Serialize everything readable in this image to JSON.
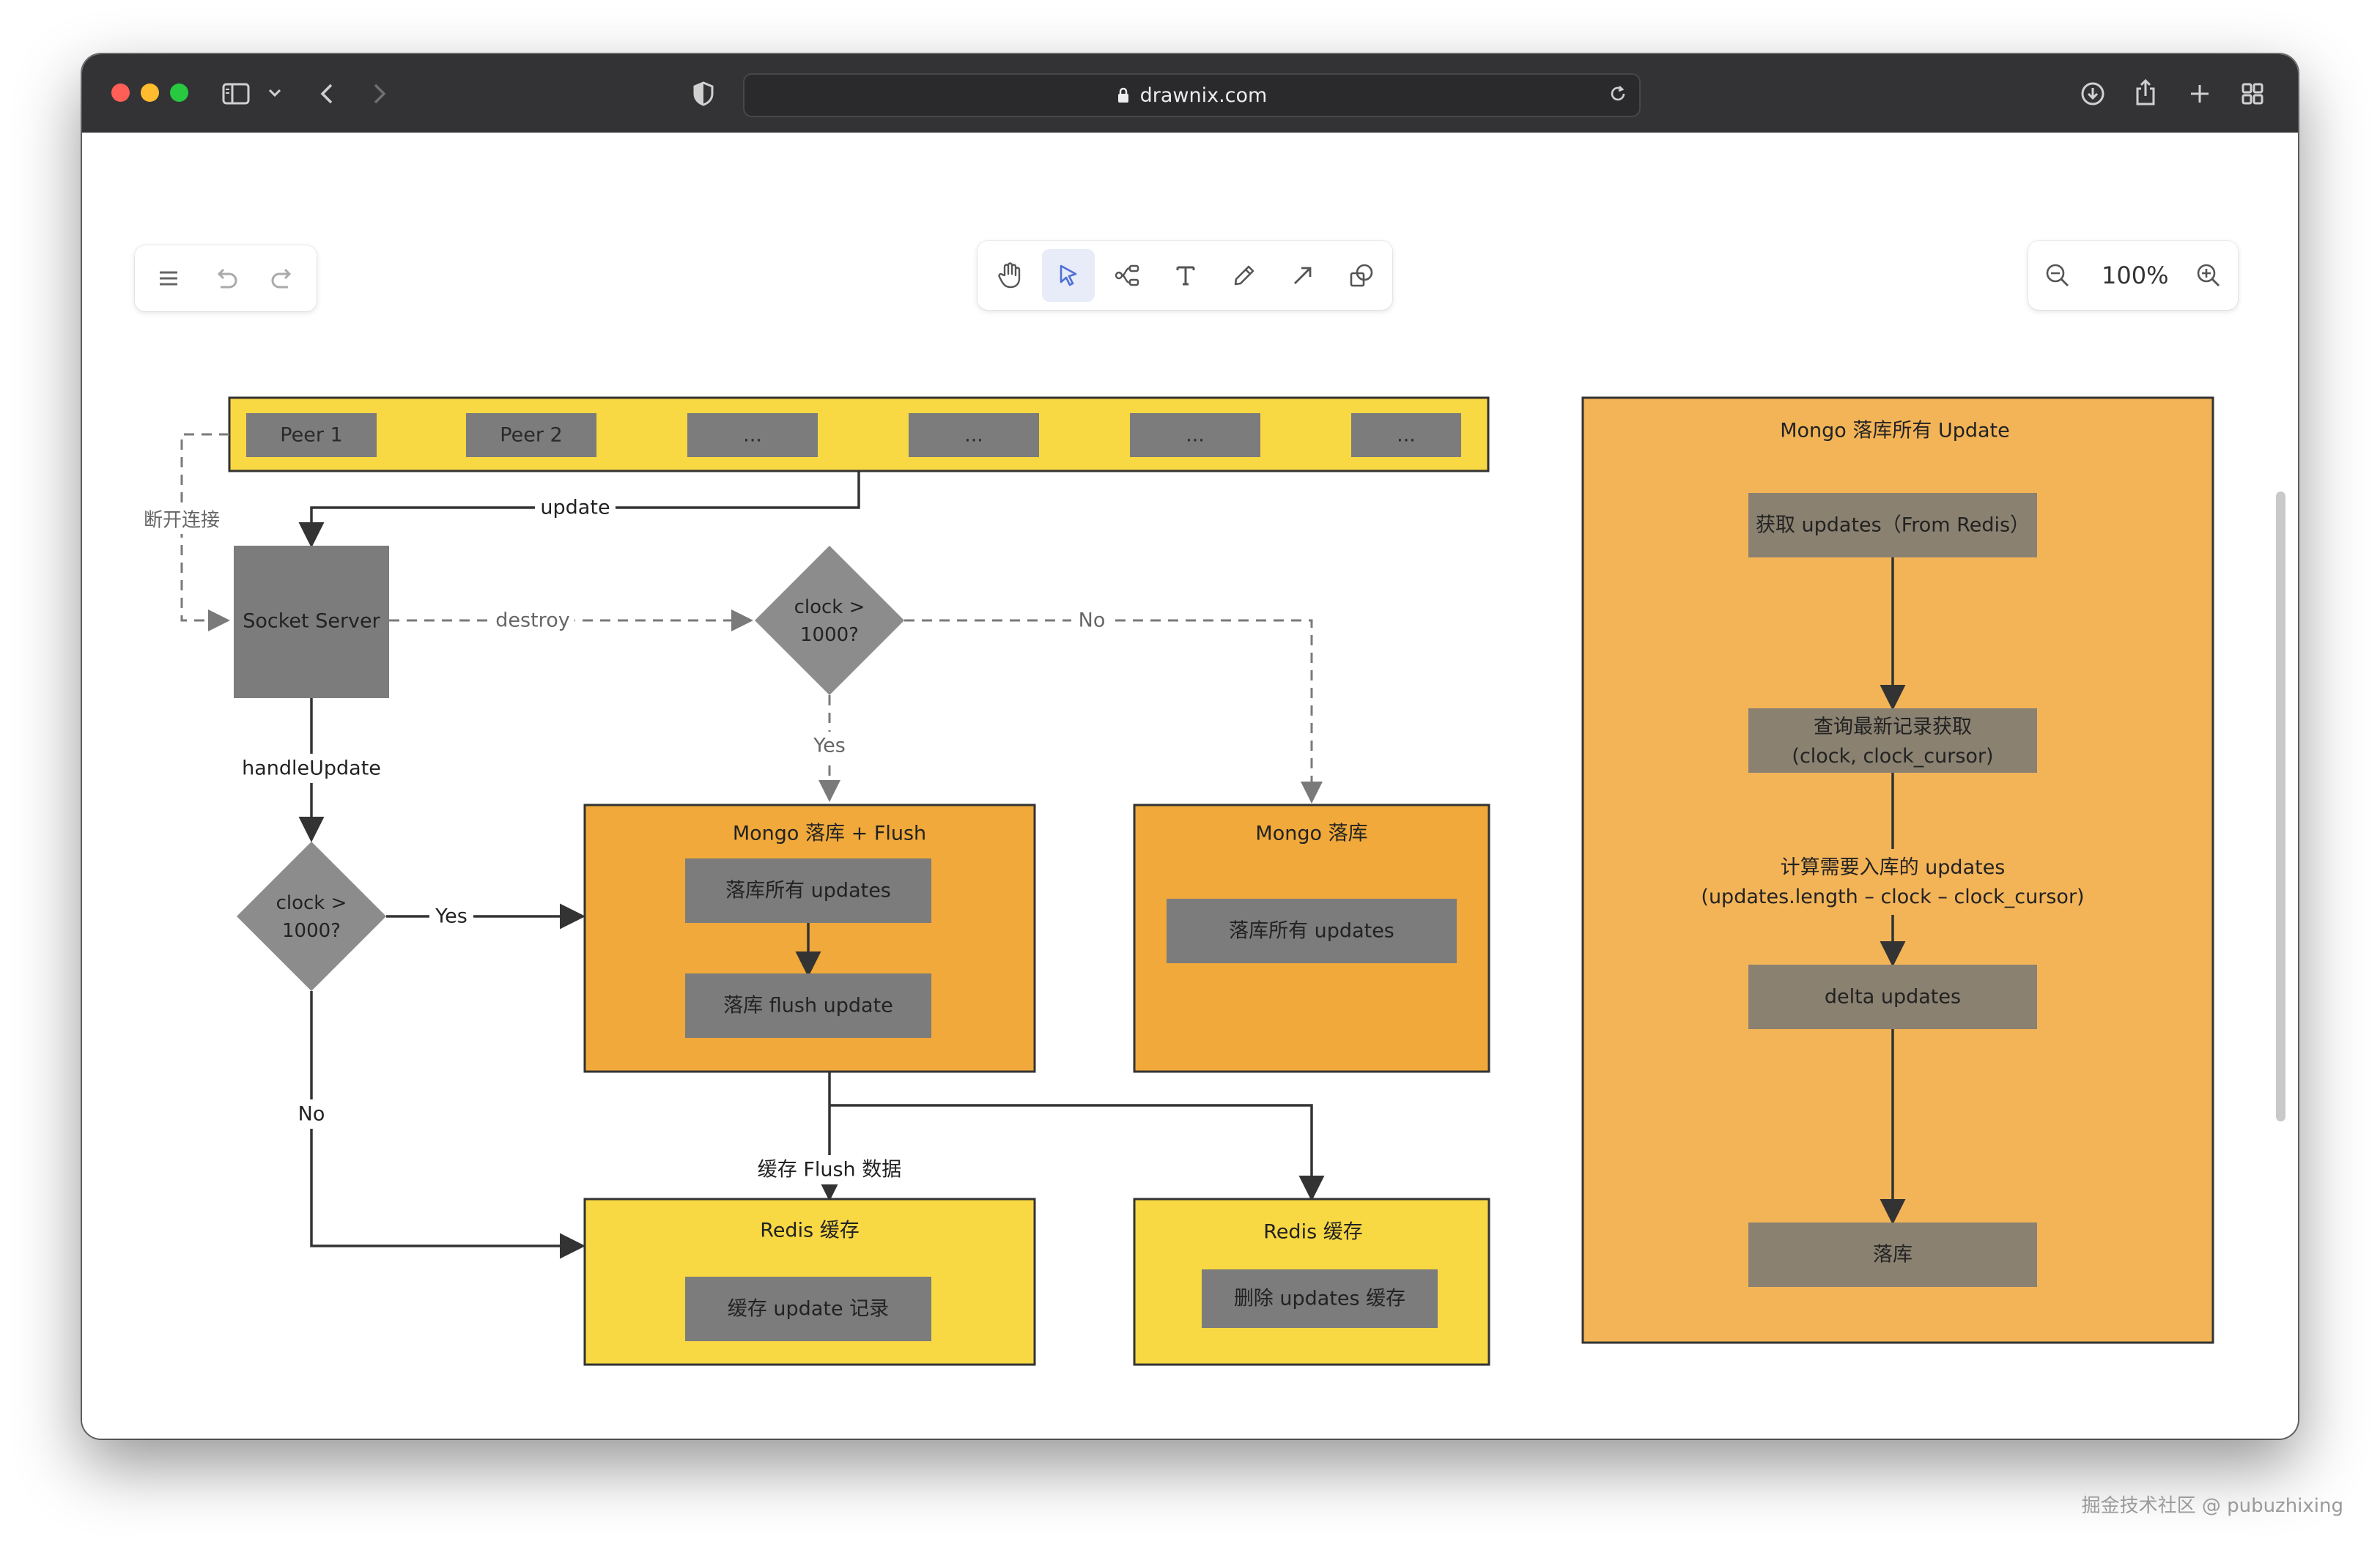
{
  "browser": {
    "url": "drawnix.com",
    "traffic_lights": [
      "#ff5f57",
      "#febc2e",
      "#28c840"
    ],
    "icons": [
      "sidebar-icon",
      "chevron-down-icon",
      "back-icon",
      "forward-icon",
      "shield-icon",
      "lock-icon",
      "reload-icon",
      "download-icon",
      "share-icon",
      "new-tab-icon",
      "tab-overview-icon"
    ]
  },
  "app_toolbar": {
    "left": [
      "menu-icon",
      "undo-icon",
      "redo-icon"
    ],
    "tools": [
      "hand-tool-icon",
      "select-tool-icon",
      "mind-map-tool-icon",
      "text-tool-icon",
      "pen-tool-icon",
      "arrow-tool-icon",
      "shape-tool-icon"
    ],
    "active_tool": "select-tool-icon",
    "zoom": "100%"
  },
  "colors": {
    "yellow": "#f8d843",
    "orange": "#f0a93a",
    "light_orange": "#f3b458",
    "gray_box": "#7c7c7c",
    "taupe_box": "#8a8171",
    "diamond": "#8c8c8c",
    "line": "#333333",
    "dashed": "#7a7a7a"
  },
  "diagram": {
    "peers": [
      "Peer 1",
      "Peer 2",
      "...",
      "...",
      "...",
      "..."
    ],
    "edge_update": "update",
    "edge_disconnect": "断开连接",
    "socket_server": "Socket Server",
    "edge_destroy": "destroy",
    "diamond_top": "clock >\n1000?",
    "edge_no_top": "No",
    "edge_yes_top": "Yes",
    "edge_handle_update": "handleUpdate",
    "diamond_left": "clock >\n1000?",
    "edge_yes_left": "Yes",
    "edge_no_left": "No",
    "mongo_flush": {
      "title": "Mongo 落库 + Flush",
      "item1": "落库所有 updates",
      "item2": "落库 flush update"
    },
    "mongo_persist": {
      "title": "Mongo 落库",
      "item": "落库所有 updates"
    },
    "edge_cache_flush": "缓存 Flush 数据",
    "redis_cache_left": {
      "title": "Redis 缓存",
      "item": "缓存 update 记录"
    },
    "redis_cache_right": {
      "title": "Redis 缓存",
      "item": "删除 updates 缓存"
    },
    "mongo_all": {
      "title": "Mongo 落库所有 Update",
      "step1": "获取 updates（From Redis）",
      "step2": "查询最新记录获取\n(clock, clock_cursor)",
      "edge_compute": "计算需要入库的 updates\n(updates.length – clock – clock_cursor)",
      "step3": "delta updates",
      "step4": "落库"
    }
  },
  "watermark": "掘金技术社区 @ pubuzhixing"
}
